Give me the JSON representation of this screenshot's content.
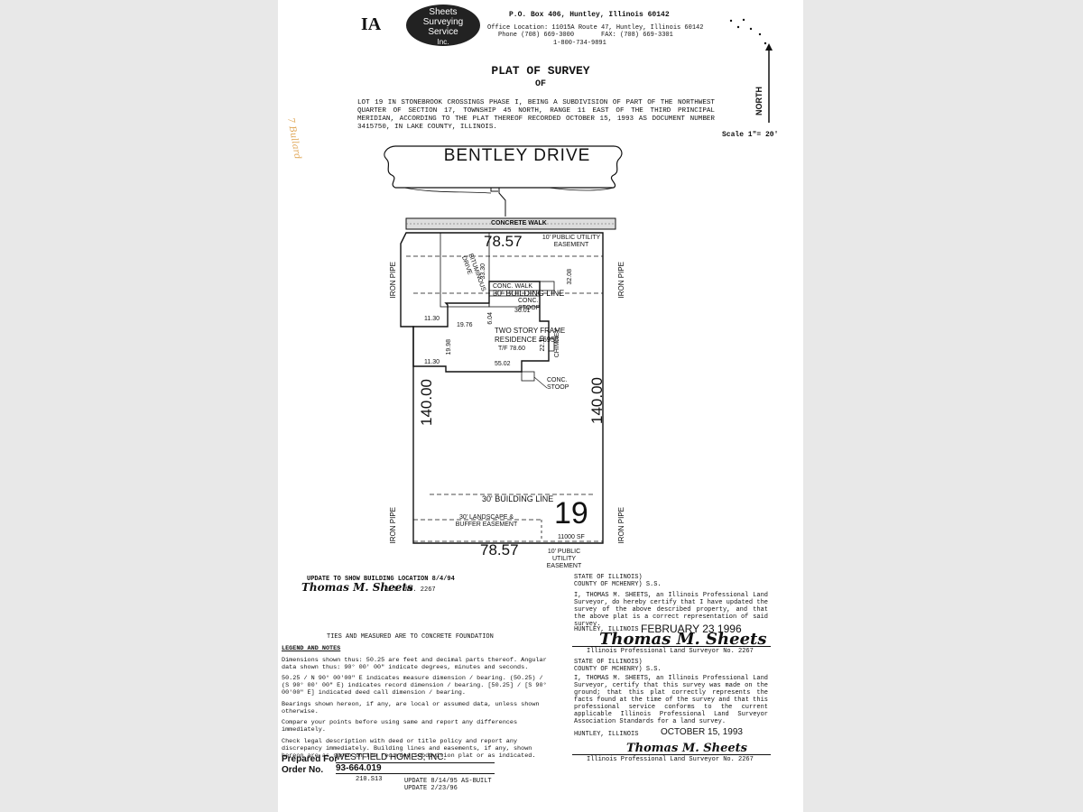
{
  "header": {
    "logo_initials": "IA",
    "logo_lines": [
      "Sheets",
      "Surveying",
      "Service",
      "Inc."
    ],
    "po_box": "P.O. Box 406, Huntley, Illinois 60142",
    "office": "Office Location: 11015A Route 47, Huntley, Illinois 60142",
    "phone": "Phone (708) 669-3000",
    "fax": "FAX: (708) 669-3301",
    "tollfree": "1-800-734-9891"
  },
  "title": "PLAT OF SURVEY",
  "subtitle": "OF",
  "legal_description": "LOT 19 IN STONEBROOK CROSSINGS PHASE I, BEING A SUBDIVISION OF PART OF THE NORTHWEST QUARTER OF SECTION 17, TOWNSHIP 45 NORTH, RANGE 11 EAST OF THE THIRD PRINCIPAL MERIDIAN, ACCORDING TO THE PLAT THEREOF RECORDED OCTOBER 15, 1993 AS DOCUMENT NUMBER 3415750, IN LAKE COUNTY, ILLINOIS.",
  "north_label": "NORTH",
  "scale": "Scale 1\"= 20'",
  "handwritten_note": "7 Bullard",
  "plat": {
    "street": "BENTLEY DRIVE",
    "walk": "CONCRETE WALK",
    "front_dim": "78.57",
    "rear_dim": "78.57",
    "left_dim": "140.00",
    "right_dim": "140.00",
    "utility_easement_front": "10' PUBLIC UTILITY EASEMENT",
    "utility_easement_rear": "10' PUBLIC UTILITY EASEMENT",
    "drive_label": "BITUMINOUS DRIVE",
    "conc_walk": "CONC. WALK",
    "front_building_line": "30' BUILDING LINE",
    "rear_building_line": "30' BUILDING LINE",
    "stoop": "CONC. STOOP",
    "residence_line1": "TWO STORY FRAME",
    "residence_line2": "RESIDENCE #6955",
    "tf": "T/F 78.60",
    "chimney": "CHIMNEY",
    "conc_stoop": "CONC. STOOP",
    "landscape_easement": "30' LANDSCAPE & BUFFER EASEMENT",
    "lot_number": "19",
    "lot_area": "11000 SF",
    "iron_pipe": "IRON PIPE",
    "dims": {
      "d_3330": "33.30",
      "d_3208": "32.08",
      "d_3601": "36.01",
      "d_1130a": "11.30",
      "d_1976": "19.76",
      "d_1998": "19.98",
      "d_1130b": "11.30",
      "d_5502": "55.02",
      "d_2210": "22.10",
      "d_604": "6.04"
    }
  },
  "update_block": {
    "line1": "UPDATE TO SHOW BUILDING LOCATION 8/4/94",
    "signature": "Thomas M. Sheets",
    "ls": "L.S. NO. 2267"
  },
  "cert1": {
    "state": "STATE OF ILLINOIS)",
    "county": "COUNTY OF MCHENRY) S.S.",
    "body": "I, THOMAS M. SHEETS, an Illinois Professional Land Surveyor, do hereby certify that I have updated the survey of the above described property, and that the above plat is a correct representation of said survey.",
    "place": "HUNTLEY, ILLINOIS",
    "date": "FEBRUARY 23 1996",
    "signature": "Thomas M. Sheets",
    "footer": "Illinois Professional Land Surveyor No. 2267"
  },
  "ties_note": "TIES AND MEASURED ARE TO CONCRETE FOUNDATION",
  "legend": {
    "heading": "LEGEND AND NOTES",
    "items": [
      "Dimensions shown thus: 50.25 are feet and decimal parts thereof. Angular data shown thus: 90° 00' 00\" indicate degrees, minutes and seconds.",
      "50.25 / N 90° 00'00\" E indicates measure dimension / bearing. (50.25) / (S 90° 00' 00\" E) indicates record dimension / bearing. [50.25] / [S 90° 00'00\" E] indicated deed call dimension / bearing.",
      "Bearings shown hereon, if any, are local or assumed data, unless shown otherwise.",
      "Compare your points before using same and report any differences immediately.",
      "Check legal description with deed or title policy and report any discrepancy immediately. Building lines and easements, if any, shown hereon are as shown on the recorded subdivision plat or as indicated."
    ]
  },
  "cert2": {
    "state": "STATE OF ILLINOIS)",
    "county": "COUNTY OF MCHENRY) S.S.",
    "body": "I, THOMAS M. SHEETS, an Illinois Professional Land Surveyor, certify that this survey was made on the ground; that this plat correctly represents the facts found at the time of the survey and that this professional service conforms to the current applicable Illinois Professional Land Surveyor Association Standards for a land survey.",
    "place": "HUNTLEY, ILLINOIS",
    "date": "OCTOBER 15, 1993",
    "signature": "Thomas M. Sheets",
    "footer": "Illinois Professional Land Surveyor No. 2267"
  },
  "prepared": {
    "label": "Prepared For",
    "value": "WESTFIELD HOMES, INC.",
    "order_label": "Order No.",
    "order_value": "93-664.019",
    "order_sub": "210.S13",
    "update1": "UPDATE 8/14/95 AS-BUILT",
    "update2": "UPDATE 2/23/96"
  }
}
